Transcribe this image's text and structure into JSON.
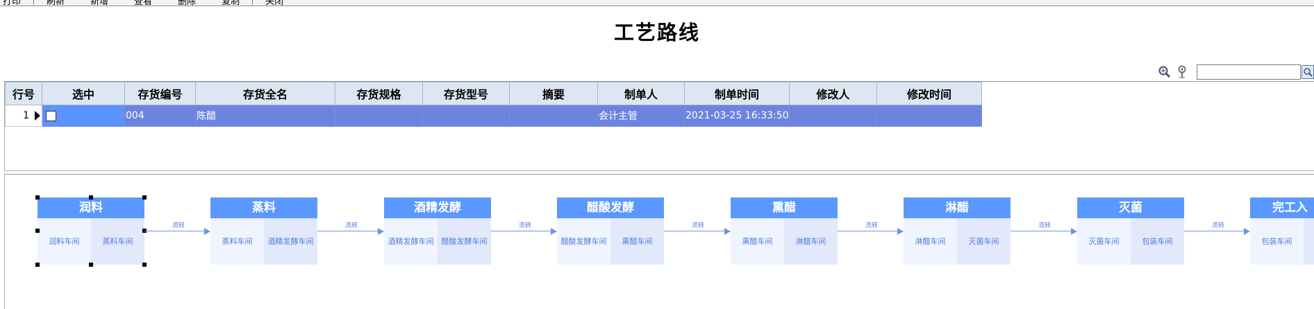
{
  "toolbar": {
    "items": [
      "打印",
      "刷新",
      "新增",
      "查看",
      "删除",
      "复制",
      "关闭"
    ]
  },
  "page": {
    "title": "工艺路线"
  },
  "grid": {
    "columns": [
      "行号",
      "选中",
      "存货编号",
      "存货全名",
      "存货规格",
      "存货型号",
      "摘要",
      "制单人",
      "制单时间",
      "修改人",
      "修改时间"
    ],
    "rows": [
      {
        "row_no": "1",
        "selected": false,
        "code": "004",
        "name": "陈醋",
        "spec": "",
        "model": "",
        "summary": "",
        "creator": "会计主管",
        "created_at": "2021-03-25 16:33:50",
        "modifier": "",
        "modified_at": ""
      }
    ]
  },
  "flow": {
    "nodes": [
      {
        "title": "润料",
        "left": "润料车间",
        "right": "蒸料车间"
      },
      {
        "title": "蒸料",
        "left": "蒸料车间",
        "right": "酒精发酵车间"
      },
      {
        "title": "酒精发酵",
        "left": "酒精发酵车间",
        "right": "醋酸发酵车间"
      },
      {
        "title": "醋酸发酵",
        "left": "醋酸发酵车间",
        "right": "熏醋车间"
      },
      {
        "title": "熏醋",
        "left": "熏醋车间",
        "right": "淋醋车间"
      },
      {
        "title": "淋醋",
        "left": "淋醋车间",
        "right": "灭菌车间"
      },
      {
        "title": "灭菌",
        "left": "灭菌车间",
        "right": "包装车间"
      },
      {
        "title": "完工入",
        "left": "包装车间",
        "right": ""
      }
    ],
    "edge_label": "流转",
    "colors": {
      "node_header": "#5a98ff",
      "node_body_left": "#f0f4ff",
      "node_body_right": "#e2e9fb",
      "edge": "#6f93e0"
    }
  },
  "colors": {
    "row_selected": "#6c84e0",
    "header_bg": "#dde7f3"
  }
}
